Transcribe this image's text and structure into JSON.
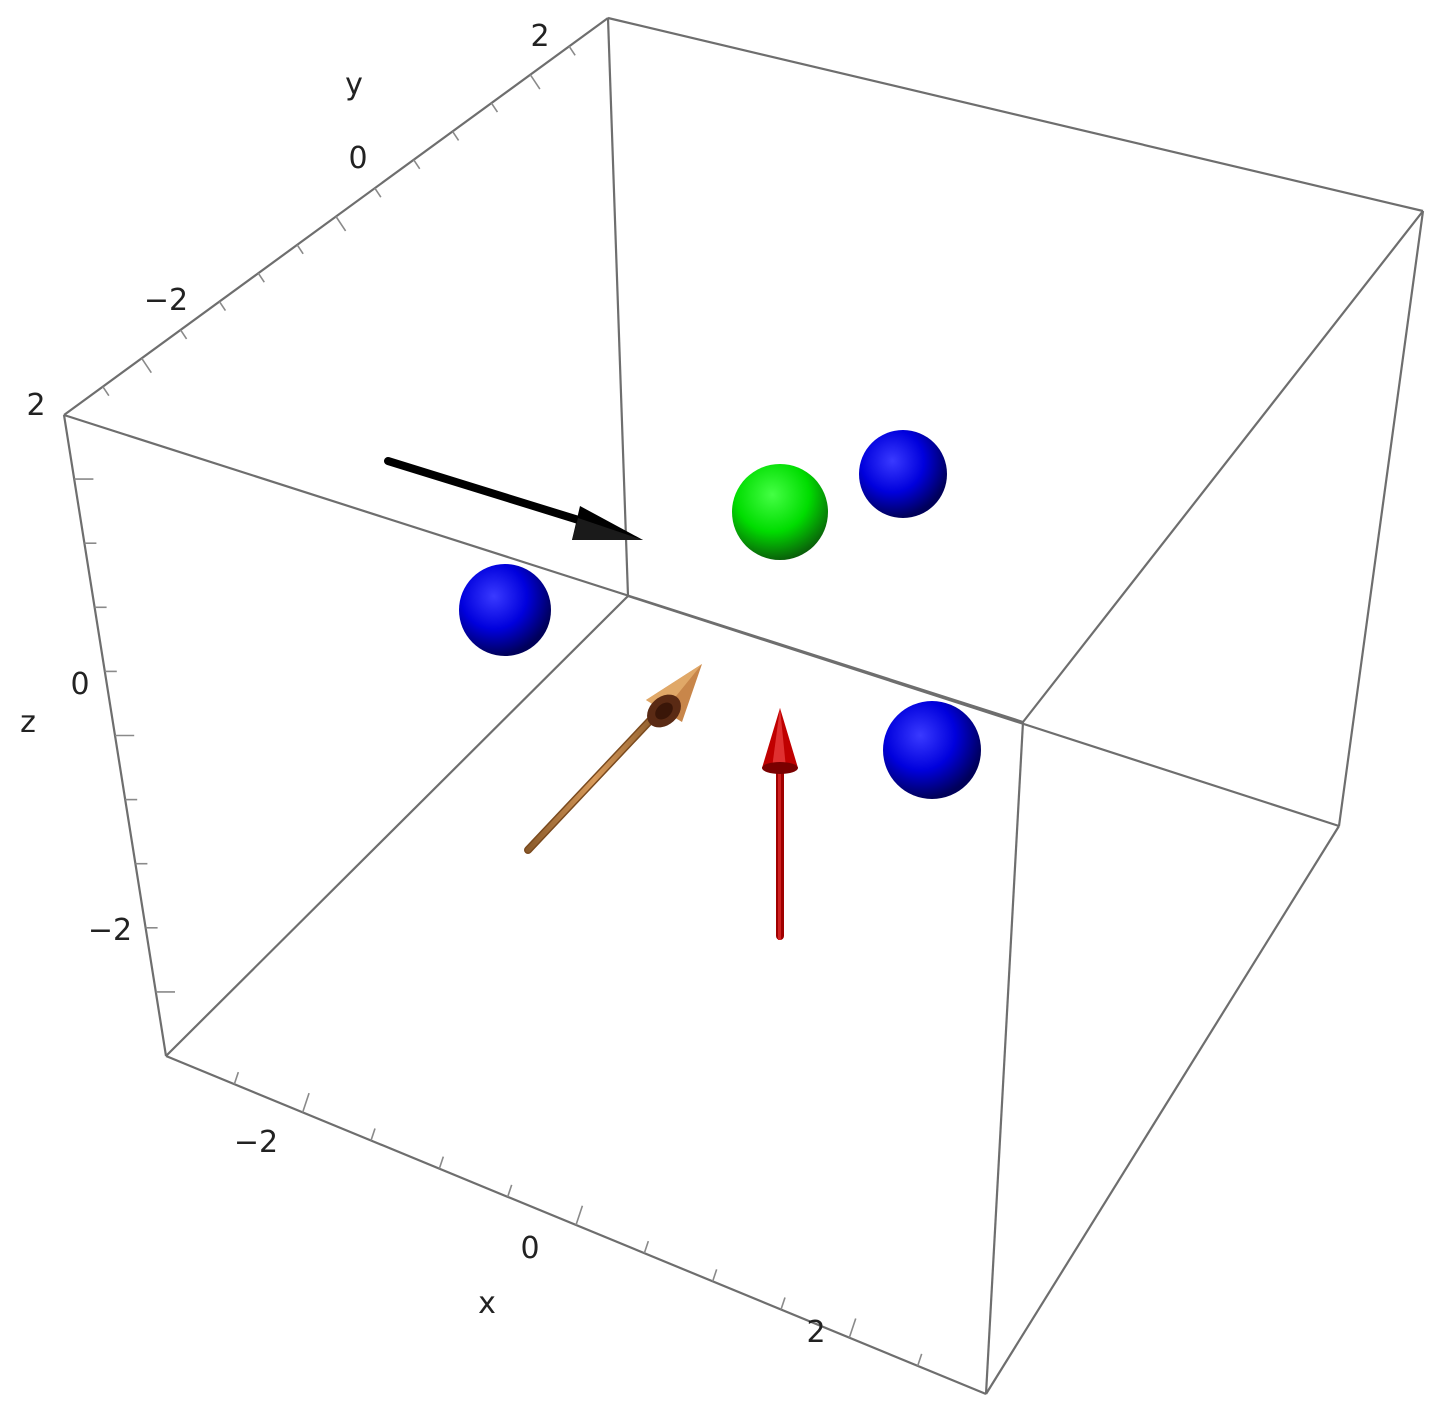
{
  "axes": {
    "x": {
      "label": "x",
      "tick_labels": [
        "−2",
        "0",
        "2"
      ]
    },
    "y": {
      "label": "y",
      "tick_labels": [
        "−2",
        "0",
        "2"
      ]
    },
    "z": {
      "label": "z",
      "tick_labels": [
        "−2",
        "0",
        "2"
      ]
    }
  },
  "objects": [
    {
      "kind": "sphere",
      "color": "#0000ff",
      "name": "blue-sphere-left"
    },
    {
      "kind": "sphere",
      "color": "#00ff00",
      "name": "green-sphere"
    },
    {
      "kind": "sphere",
      "color": "#0000ff",
      "name": "blue-sphere-back"
    },
    {
      "kind": "sphere",
      "color": "#0000ff",
      "name": "blue-sphere-right"
    },
    {
      "kind": "arrow",
      "color": "#000000",
      "name": "black-arrow"
    },
    {
      "kind": "arrow",
      "color": "#c08040",
      "name": "orange-arrow"
    },
    {
      "kind": "arrow",
      "color": "#b00000",
      "name": "red-arrow"
    }
  ]
}
